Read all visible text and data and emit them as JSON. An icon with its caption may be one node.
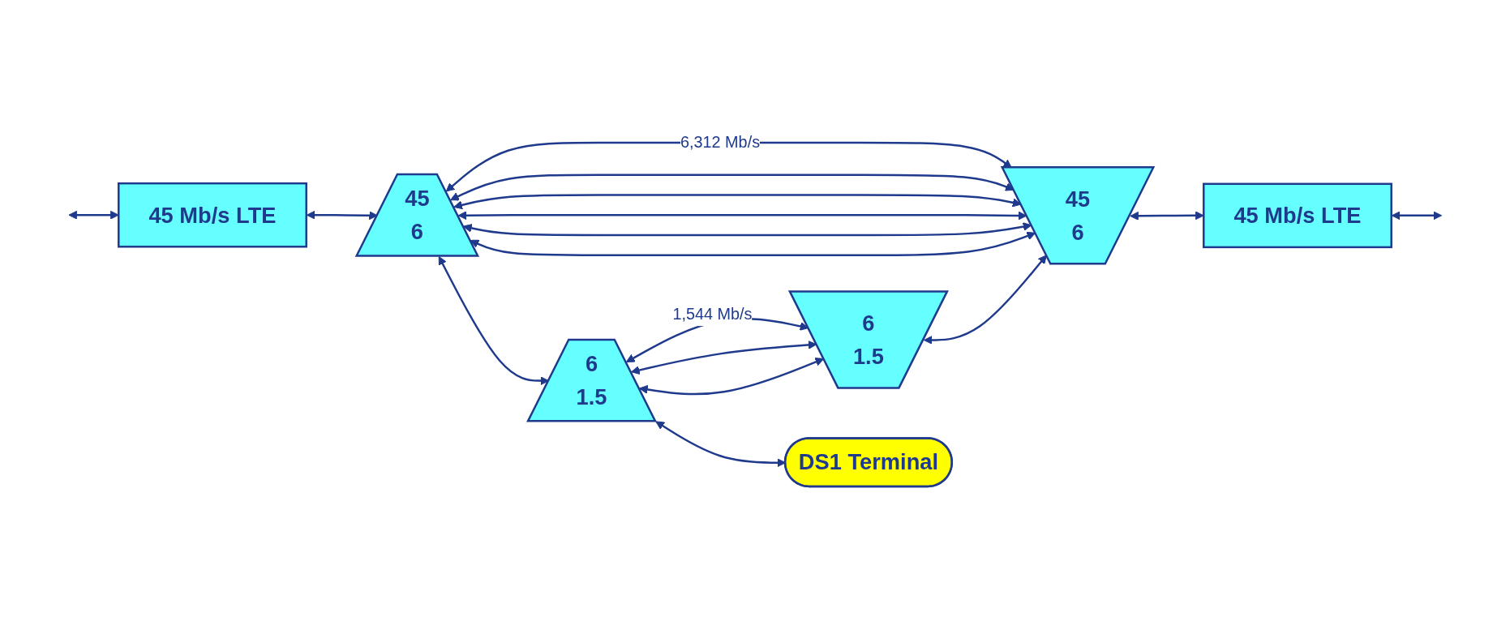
{
  "diagram": {
    "nodes": [
      {
        "text": [
          "45 Mb/s LTE"
        ]
      },
      {
        "text": [
          "45",
          "6"
        ]
      },
      {
        "text": [
          "45",
          "6"
        ]
      },
      {
        "text": [
          "45 Mb/s LTE"
        ]
      },
      {
        "text": [
          "6",
          "1.5"
        ]
      },
      {
        "text": [
          "6",
          "1.5"
        ]
      },
      {
        "text": [
          "DS1 Terminal"
        ]
      }
    ],
    "edges": [
      {
        "from": null,
        "to": 0,
        "arrow": "both"
      },
      {
        "from": 0,
        "to": 1,
        "arrow": "both"
      },
      {
        "from": 1,
        "to": 2,
        "arrow": "both",
        "label": "6,312 Mb/s"
      },
      {
        "from": 1,
        "to": 2,
        "arrow": "both"
      },
      {
        "from": 1,
        "to": 2,
        "arrow": "both"
      },
      {
        "from": 1,
        "to": 2,
        "arrow": "both"
      },
      {
        "from": 1,
        "to": 2,
        "arrow": "both"
      },
      {
        "from": 1,
        "to": 2,
        "arrow": "both"
      },
      {
        "from": 2,
        "to": 3,
        "arrow": "both"
      },
      {
        "from": 3,
        "to": null,
        "arrow": "both"
      },
      {
        "from": 1,
        "to": 4,
        "arrow": "both"
      },
      {
        "from": 4,
        "to": 5,
        "arrow": "both",
        "label": "1,544 Mb/s"
      },
      {
        "from": 4,
        "to": 5,
        "arrow": "both"
      },
      {
        "from": 4,
        "to": 5,
        "arrow": "both"
      },
      {
        "from": 5,
        "to": 2,
        "arrow": "both"
      },
      {
        "from": 4,
        "to": 6,
        "arrow": "both"
      }
    ]
  }
}
